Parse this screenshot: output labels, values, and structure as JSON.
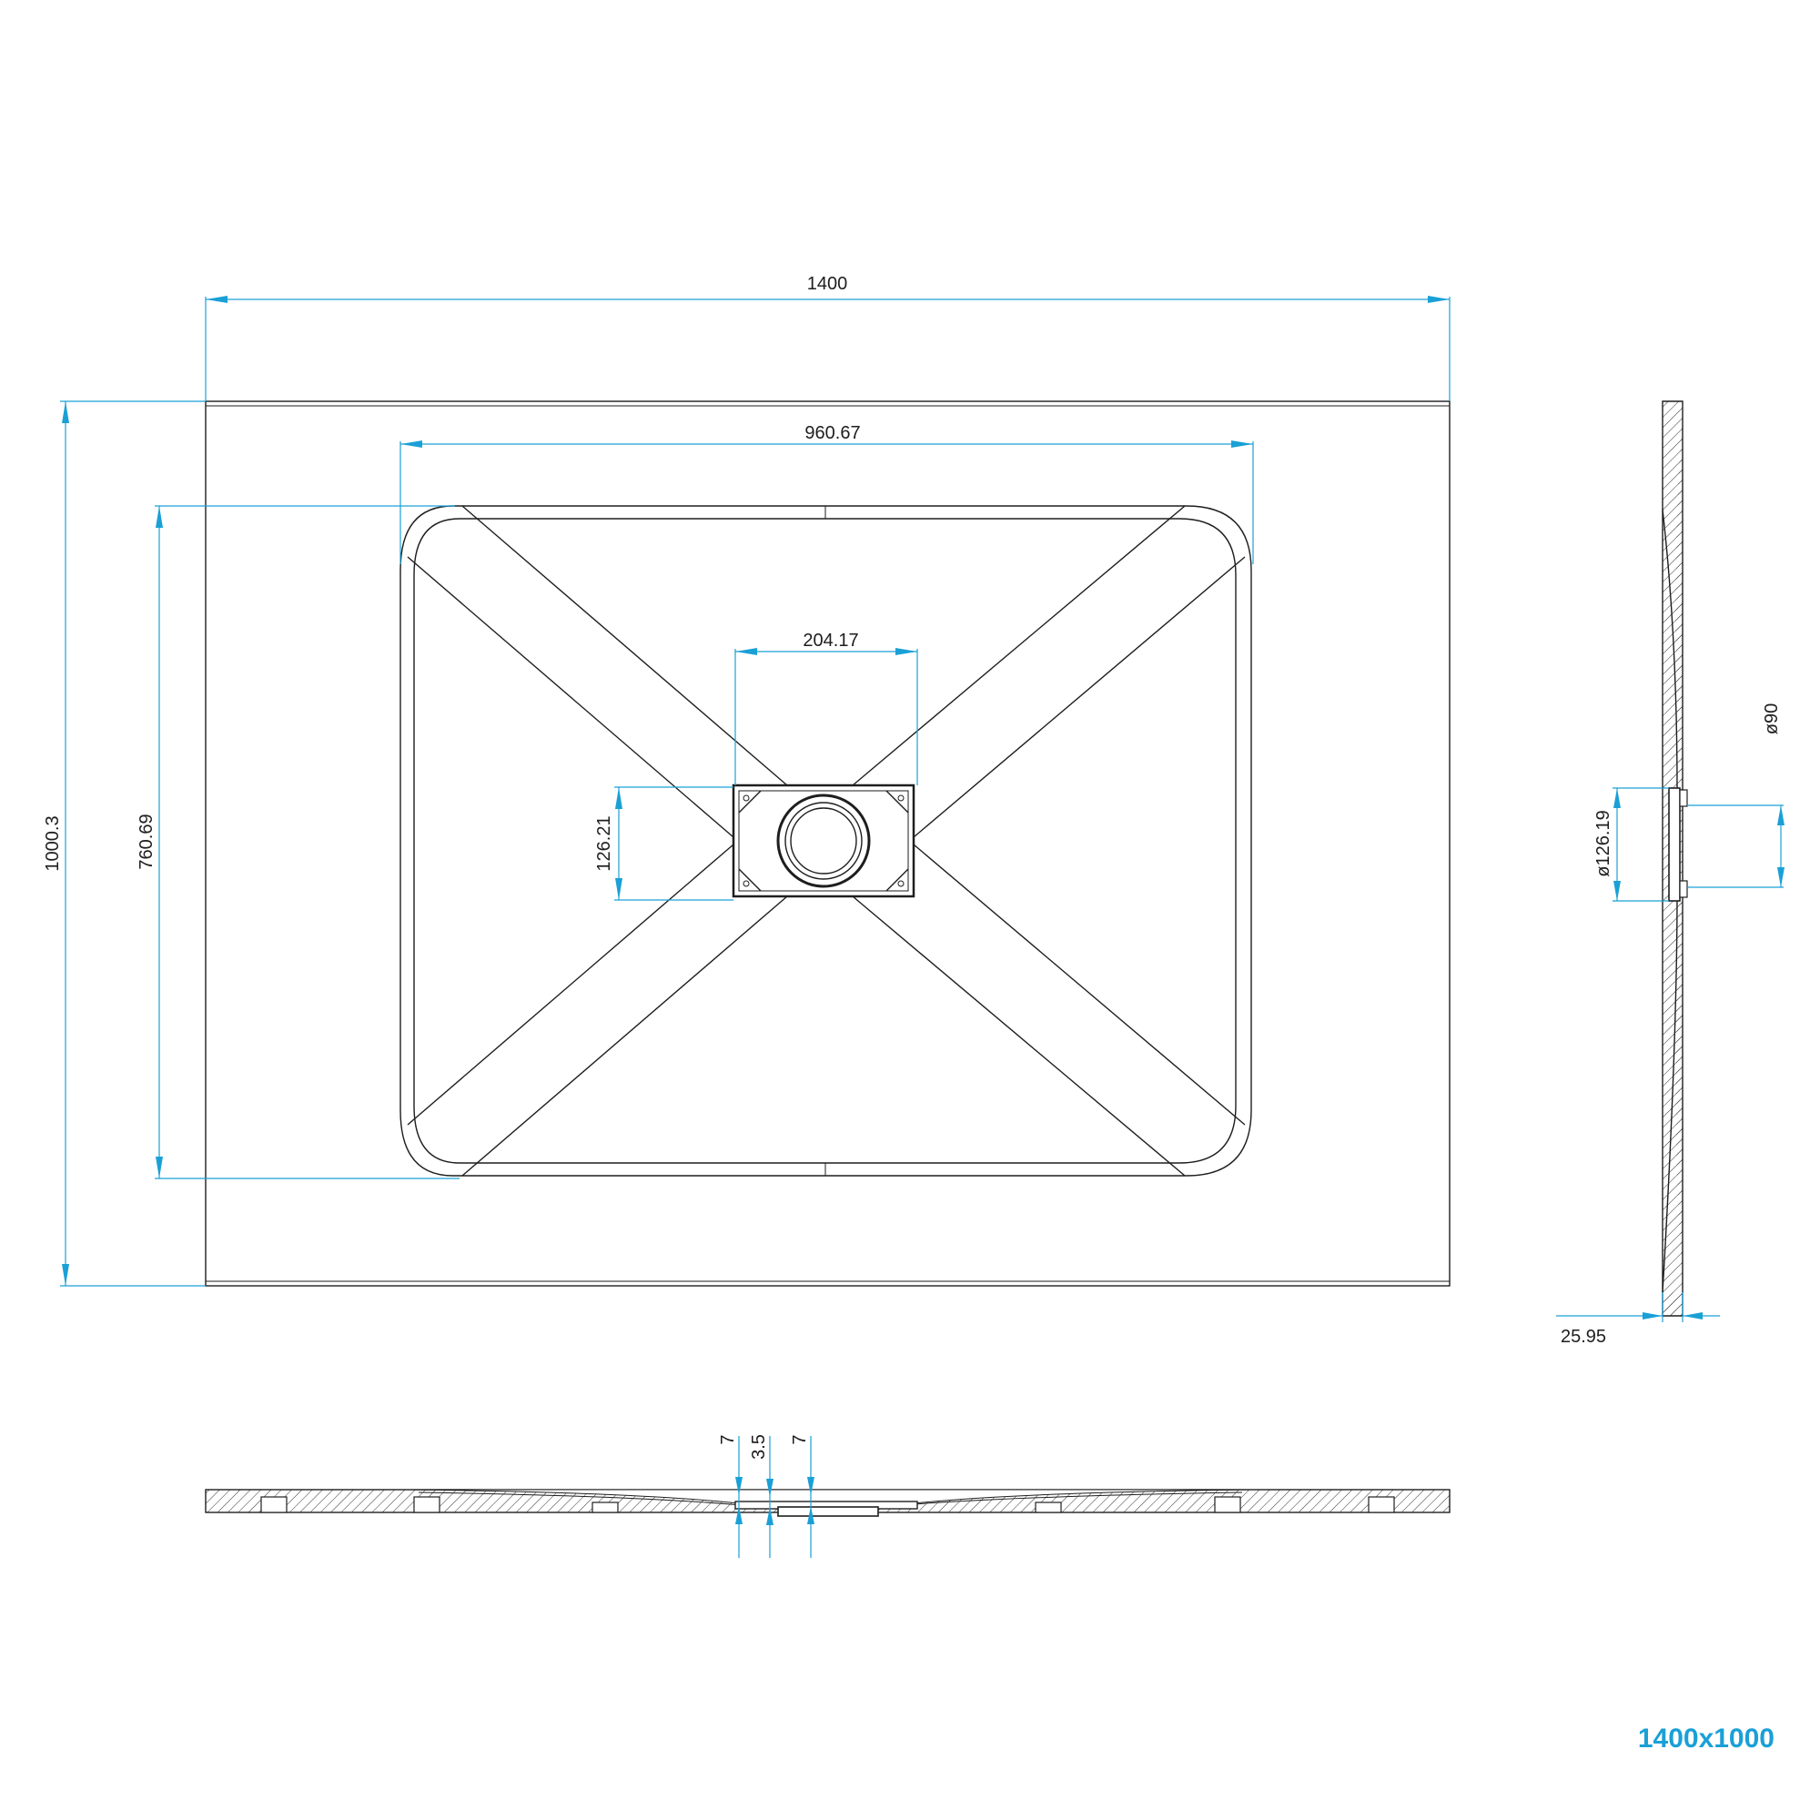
{
  "plan_view": {
    "width_label": "1400",
    "height_label": "1000.3",
    "inner_width_label": "960.67",
    "inner_height_label": "760.69",
    "drain_width_label": "204.17",
    "drain_height_label": "126.21"
  },
  "side_view": {
    "thickness_label": "25.95",
    "drain_diameter_label": "ø126.19",
    "outlet_diameter_label": "ø90"
  },
  "section_view": {
    "left_rim_label": "7",
    "center_depth_label": "3.5",
    "right_rim_label": "7"
  },
  "product_size": "1400x1000",
  "colors": {
    "dimension": "#1aa0d6",
    "line": "#1e1e1e",
    "size_tag": "#1aa0d6"
  }
}
